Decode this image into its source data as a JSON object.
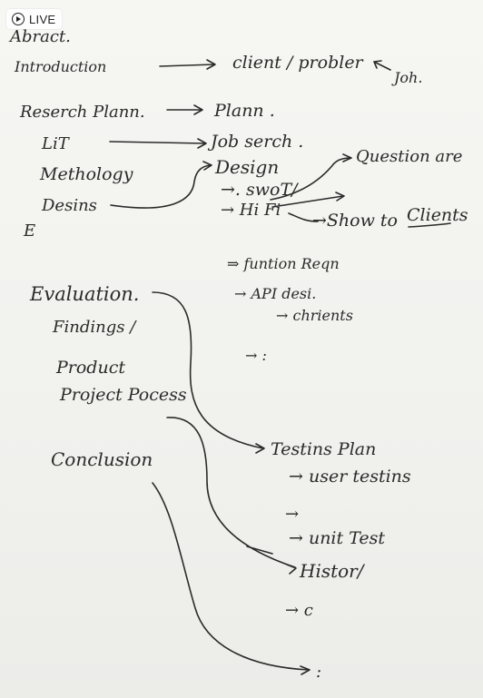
{
  "badge": {
    "label": "LIVE",
    "icon": "play-circle-icon"
  },
  "note": {
    "abstract": "Abract.",
    "introduction": "Introduction",
    "client_problem": "client / probler",
    "joh": "Joh.",
    "research_planning": "Reserch Plann.",
    "plann": "Plann .",
    "lit": "LiT",
    "job_search": "Job serch .",
    "methology": "Methology",
    "design": "Design",
    "questionare": "Question are",
    "desins": "Desins",
    "swot": "→. swoT/",
    "hi_fi": "→ Hi Fi",
    "show_to": "→Show to",
    "clients_underlined": "Clients",
    "e_mark": "E",
    "function_requirements": "⇒ funtion Reqn",
    "api_design": "→ API desi.",
    "clients_2": "→ chrients",
    "arrow_colon": "→ :",
    "evaluation": "Evaluation.",
    "findings": "Findings /",
    "product": "Product",
    "project_process": "Project Pocess",
    "testing_plan": "Testins Plan",
    "user_testing": "→ user testins",
    "arrow_blank": "→",
    "unit_test": "→ unit Test",
    "conclusion": "Conclusion",
    "history": "Histor/",
    "arrow_c": "→ c",
    "end_dot": ":"
  }
}
